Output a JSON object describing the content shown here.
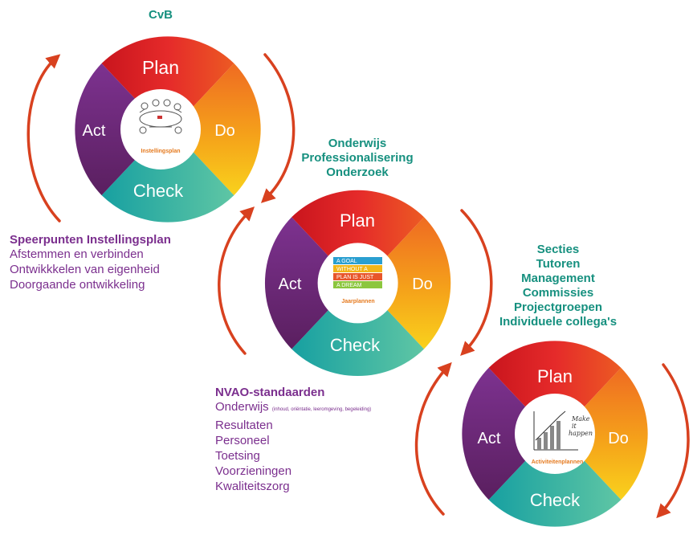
{
  "colors": {
    "plan": "#e0262a",
    "do": "#f5a21a",
    "check": "#1fa99c",
    "act": "#6b2a7c",
    "arrow": "#d8411f",
    "teal_text": "#16907f",
    "purple_text": "#7b2f8e"
  },
  "cycles": [
    {
      "plan": "Plan",
      "do": "Do",
      "check": "Check",
      "act": "Act",
      "center_label": "Instellingsplan",
      "center_icon": "meeting-sketch-icon"
    },
    {
      "plan": "Plan",
      "do": "Do",
      "check": "Check",
      "act": "Act",
      "center_label": "Jaarplannen",
      "center_icon": "goal-without-plan-poster-icon",
      "poster_lines": [
        "A GOAL",
        "WITHOUT A",
        "PLAN IS JUST",
        "A DREAM"
      ]
    },
    {
      "plan": "Plan",
      "do": "Do",
      "check": "Check",
      "act": "Act",
      "center_label": "Activiteitenplannen",
      "center_icon": "make-it-happen-chart-icon",
      "poster_lines": [
        "Make",
        "it",
        "happen"
      ]
    }
  ],
  "top_heading": "CvB",
  "middle_heading": [
    "Onderwijs",
    "Professionalisering",
    "Onderzoek"
  ],
  "right_heading": [
    "Secties",
    "Tutoren",
    "Management",
    "Commissies",
    "Projectgroepen",
    "Individuele collega's"
  ],
  "left_block": {
    "title": "Speerpunten Instellingsplan",
    "items": [
      "Afstemmen en verbinden",
      "Ontwikkkelen van eigenheid",
      "Doorgaande ontwikkeling"
    ]
  },
  "bottom_block": {
    "title": "NVAO-standaarden",
    "items": [
      {
        "label": "Onderwijs",
        "note": "(inhoud, oriëntatie, leeromgeving, begeleiding)"
      },
      {
        "label": "Resultaten"
      },
      {
        "label": "Personeel"
      },
      {
        "label": "Toetsing"
      },
      {
        "label": "Voorzieningen"
      },
      {
        "label": "Kwaliteitszorg"
      }
    ]
  }
}
